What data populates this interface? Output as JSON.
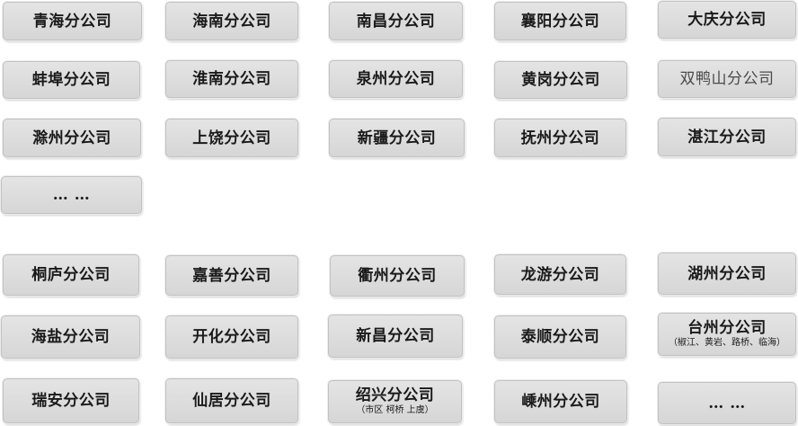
{
  "group_a": [
    {
      "name": "青海分公司"
    },
    {
      "name": "海南分公司"
    },
    {
      "name": "南昌分公司"
    },
    {
      "name": "襄阳分公司"
    },
    {
      "name": "大庆分公司"
    },
    {
      "name": "蚌埠分公司"
    },
    {
      "name": "淮南分公司"
    },
    {
      "name": "泉州分公司"
    },
    {
      "name": "黄岗分公司"
    },
    {
      "name": "双鸭山分公司"
    },
    {
      "name": "滁州分公司"
    },
    {
      "name": "上饶分公司"
    },
    {
      "name": "新疆分公司"
    },
    {
      "name": "抚州分公司"
    },
    {
      "name": "湛江分公司"
    },
    {
      "name": "… …"
    }
  ],
  "group_b": [
    {
      "name": "桐庐分公司"
    },
    {
      "name": "嘉善分公司"
    },
    {
      "name": "衢州分公司"
    },
    {
      "name": "龙游分公司"
    },
    {
      "name": "湖州分公司"
    },
    {
      "name": "海盐分公司"
    },
    {
      "name": "开化分公司"
    },
    {
      "name": "新昌分公司"
    },
    {
      "name": "泰顺分公司"
    },
    {
      "name": "台州分公司",
      "sub": "（椒江、黄岩、路桥、临海）"
    },
    {
      "name": "瑞安分公司"
    },
    {
      "name": "仙居分公司"
    },
    {
      "name": "绍兴分公司",
      "sub": "（市区 柯桥 上虞）"
    },
    {
      "name": "嵊州分公司"
    },
    {
      "name": "… …"
    }
  ]
}
